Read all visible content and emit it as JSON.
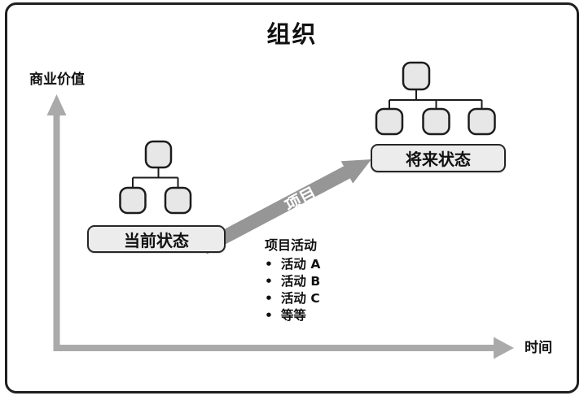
{
  "diagram": {
    "title": "组织",
    "y_axis_label": "商业价值",
    "x_axis_label": "时间",
    "current_state": {
      "label": "当前状态"
    },
    "future_state": {
      "label": "将来状态"
    },
    "arrow_label": "项目",
    "activities": {
      "heading": "项目活动",
      "items": [
        "活动 A",
        "活动 B",
        "活动 C",
        "等等"
      ]
    },
    "colors": {
      "axis": "#aaaaaa",
      "arrow": "#969696",
      "node_fill": "#e7e7e7",
      "state_box_fill": "#ececec",
      "outline": "#1c1c1c"
    }
  }
}
